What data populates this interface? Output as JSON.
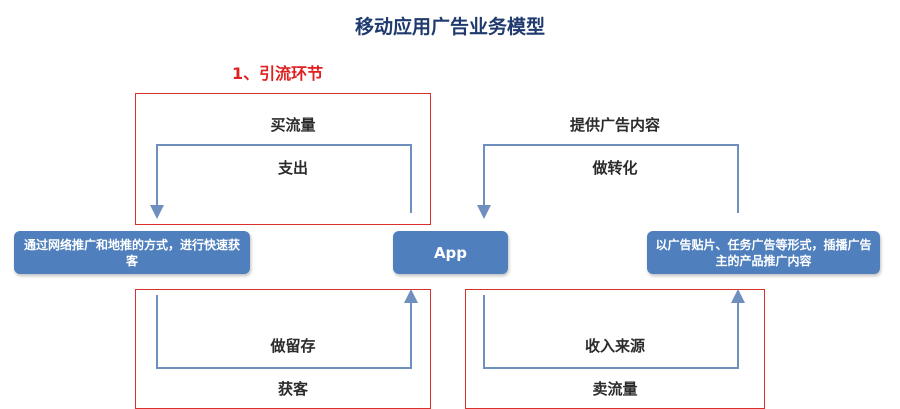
{
  "title": "移动应用广告业务模型",
  "section_label": "1、引流环节",
  "top_left": {
    "top": "买流量",
    "middle": "支出"
  },
  "top_right": {
    "top": "提供广告内容",
    "middle": "做转化"
  },
  "boxes": {
    "left": "通过网络推广和地推的方式，进行快速获客",
    "app": "App",
    "right": "以广告贴片、任务广告等形式，插播广告主的产品推广内容"
  },
  "bottom_left": {
    "middle": "做留存",
    "bottom": "获客"
  },
  "bottom_right": {
    "middle": "收入来源",
    "bottom": "卖流量"
  },
  "colors": {
    "arrow": "#6f8fbf",
    "box": "#4f7fbd",
    "frame": "#d9302b",
    "title": "#1f3a6e",
    "section": "#e02020"
  }
}
